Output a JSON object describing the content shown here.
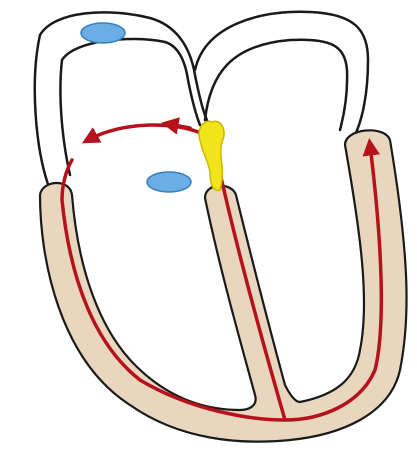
{
  "diagram": {
    "kind": "heart-conduction-system",
    "colors": {
      "outline": "#1a1a1a",
      "muscle": "#e8d6bf",
      "conduction_path": "#b5121b",
      "node": "#6aaee3",
      "av_node": "#f2e41a",
      "background": "#ffffff"
    },
    "components": [
      "atria-outline",
      "ventricle-muscle",
      "sinoatrial-node",
      "internodal-node",
      "atrioventricular-node",
      "bundle-of-his",
      "left-bundle-branch",
      "right-bundle-branch",
      "atrial-conduction-arrows"
    ]
  }
}
